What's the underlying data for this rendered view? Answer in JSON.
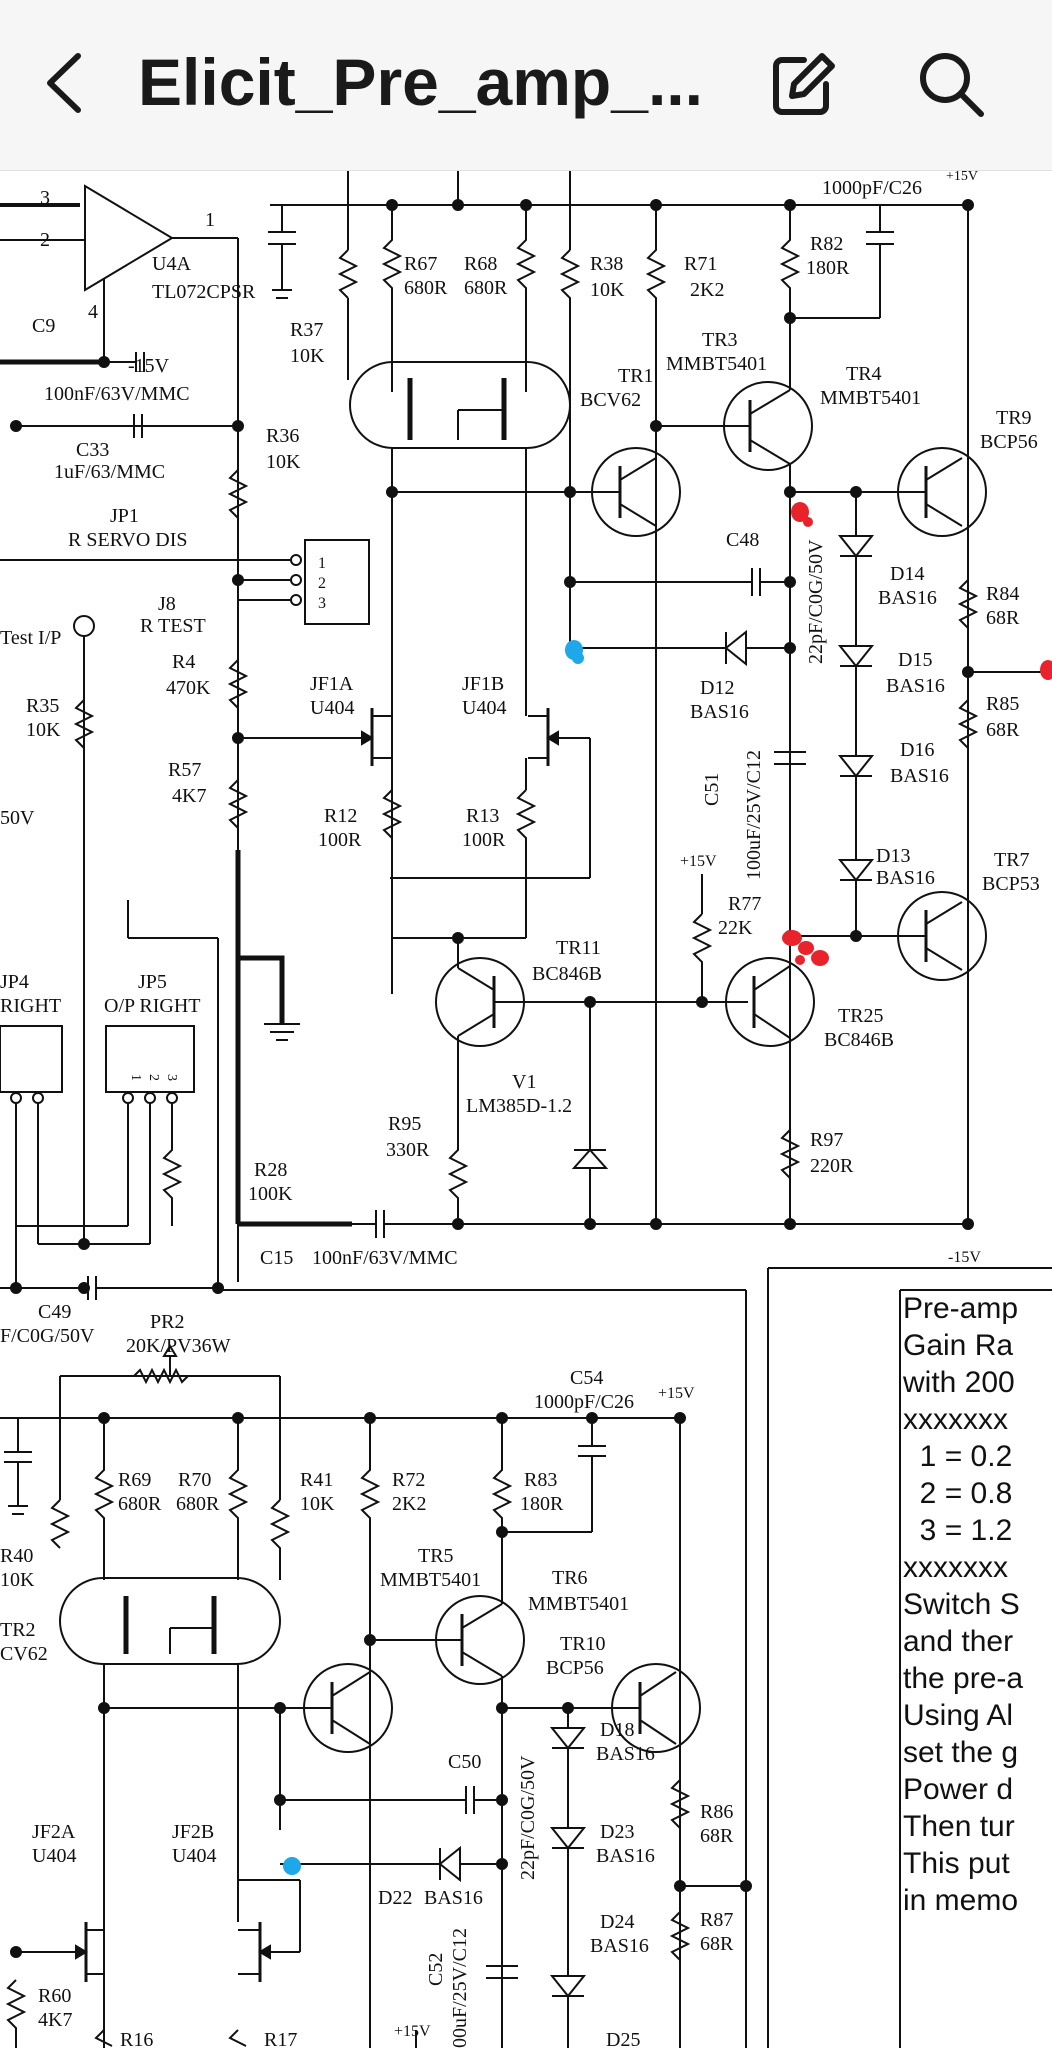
{
  "appbar": {
    "title": "Elicit_Pre_amp_...",
    "back_icon": "chevron-left-icon",
    "edit_icon": "edit-icon",
    "search_icon": "search-icon"
  },
  "schematic": {
    "top": {
      "opamp": {
        "pin3": "3",
        "pin2": "2",
        "pin1": "1",
        "pin4": "4",
        "ref": "U4A",
        "part": "TL072CPSR"
      },
      "c9": "C9",
      "neg15_a": "-15V",
      "c9_val": "100nF/63V/MMC",
      "c33": "C33",
      "c33_val": "1uF/63/MMC",
      "r37": "R37",
      "r37_val": "10K",
      "r67": "R67",
      "r67_val": "680R",
      "r68": "R68",
      "r68_val": "680R",
      "r38": "R38",
      "r38_val": "10K",
      "r71": "R71",
      "r71_val": "2K2",
      "r82": "R82",
      "r82_val": "180R",
      "c26_top": "1000pF/C26",
      "v15_top": "+15V",
      "tr3": "TR3",
      "tr3_part": "MMBT5401",
      "tr4": "TR4",
      "tr4_part": "MMBT5401",
      "tr1": "TR1",
      "tr1_part": "BCV62",
      "tr9": "TR9",
      "tr9_part": "BCP56",
      "r36": "R36",
      "r36_val": "10K",
      "jp1": "JP1",
      "jp1_desc": "R SERVO DIS",
      "jp1_pin1": "1",
      "jp1_pin2": "2",
      "jp1_pin3": "3",
      "c48": "C48",
      "c48_val": "22pF/C0G/50V",
      "d14": "D14",
      "d14_part": "BAS16",
      "r84": "R84",
      "r84_val": "68R",
      "d15": "D15",
      "d15_part": "BAS16",
      "r85": "R85",
      "r85_val": "68R",
      "d12": "D12",
      "d12_part": "BAS16",
      "d16": "D16",
      "d16_part": "BAS16",
      "d13": "D13",
      "d13_part": "BAS16",
      "test_ip": "Test I/P",
      "j8": "J8",
      "j8_desc": "R TEST",
      "r4": "R4",
      "r4_val": "470K",
      "r35": "R35",
      "r35_val": "10K",
      "jf1a": "JF1A",
      "jf1a_part": "U404",
      "jf1b": "JF1B",
      "jf1b_part": "U404",
      "r57": "R57",
      "r57_val": "4K7",
      "v50": "50V",
      "r12": "R12",
      "r12_val": "100R",
      "r13": "R13",
      "r13_val": "100R",
      "c51": "C51",
      "c51_val": "100uF/25V/C12",
      "v15_r77": "+15V",
      "r77": "R77",
      "r77_val": "22K",
      "tr7": "TR7",
      "tr7_part": "BCP53",
      "tr11": "TR11",
      "tr11_part": "BC846B",
      "jp4": "JP4",
      "jp4_desc": "RIGHT",
      "jp5": "JP5",
      "jp5_desc": "O/P RIGHT",
      "tr25": "TR25",
      "tr25_part": "BC846B",
      "v1": "V1",
      "v1_part": "LM385D-1.2",
      "r95": "R95",
      "r95_val": "330R",
      "r97": "R97",
      "r97_val": "220R",
      "r28": "R28",
      "r28_val": "100K",
      "c15": "C15",
      "c15_val": "100nF/63V/MMC",
      "neg15_b": "-15V",
      "jp_pin1": "1",
      "jp_pin2": "2",
      "jp_pin3": "3"
    },
    "bottom": {
      "c49": "C49",
      "c49_val": "F/C0G/50V",
      "pr2": "PR2",
      "pr2_val": "20K/PV36W",
      "c54": "C54",
      "c54_val": "1000pF/C26",
      "v15": "+15V",
      "r69": "R69",
      "r69_val": "680R",
      "r70": "R70",
      "r70_val": "680R",
      "r41": "R41",
      "r41_val": "10K",
      "r72": "R72",
      "r72_val": "2K2",
      "r83": "R83",
      "r83_val": "180R",
      "r40": "R40",
      "r40_val": "10K",
      "tr5": "TR5",
      "tr5_part": "MMBT5401",
      "tr6": "TR6",
      "tr6_part": "MMBT5401",
      "tr2": "TR2",
      "tr2_part": "CV62",
      "tr10": "TR10",
      "tr10_part": "BCP56",
      "c50": "C50",
      "c50_val": "22pF/C0G/50V",
      "d18": "D18",
      "d18_part": "BAS16",
      "r86": "R86",
      "r86_val": "68R",
      "jf2a": "JF2A",
      "jf2a_part": "U404",
      "jf2b": "JF2B",
      "jf2b_part": "U404",
      "d23": "D23",
      "d23_part": "BAS16",
      "d22": "D22",
      "d22_part": "BAS16",
      "d24": "D24",
      "d24_part": "BAS16",
      "r87": "R87",
      "r87_val": "68R",
      "r60": "R60",
      "r60_val": "4K7",
      "c52": "C52",
      "c52_val": "00uF/25V/C12",
      "v15_b": "+15V",
      "r16": "R16",
      "r17": "R17",
      "d25": "D25"
    },
    "notes": [
      "Pre-amp",
      "Gain Ra",
      "with 200",
      "xxxxxxx",
      "  1 = 0.2",
      "  2 = 0.8",
      "  3 = 1.2",
      "xxxxxxx",
      "Switch S",
      "and ther",
      "the pre-a",
      "Using Al",
      "set the g",
      "Power d",
      "Then tur",
      "This put",
      "in memo"
    ]
  }
}
